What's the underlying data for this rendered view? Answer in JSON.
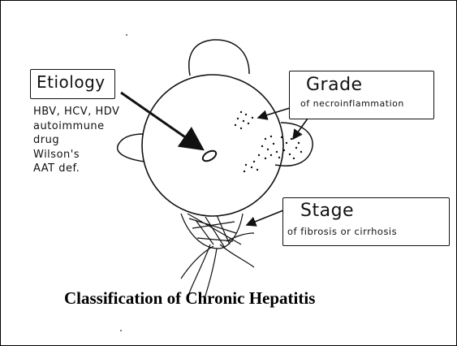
{
  "title": "Classification of Chronic Hepatitis",
  "etiology": {
    "label": "Etiology",
    "causes": [
      "HBV, HCV, HDV",
      "autoimmune",
      "drug",
      "Wilson's",
      "AAT def."
    ]
  },
  "grade": {
    "label": "Grade",
    "sublabel": "of necroinflammation"
  },
  "stage": {
    "label": "Stage",
    "sublabel": "of fibrosis or cirrhosis"
  }
}
